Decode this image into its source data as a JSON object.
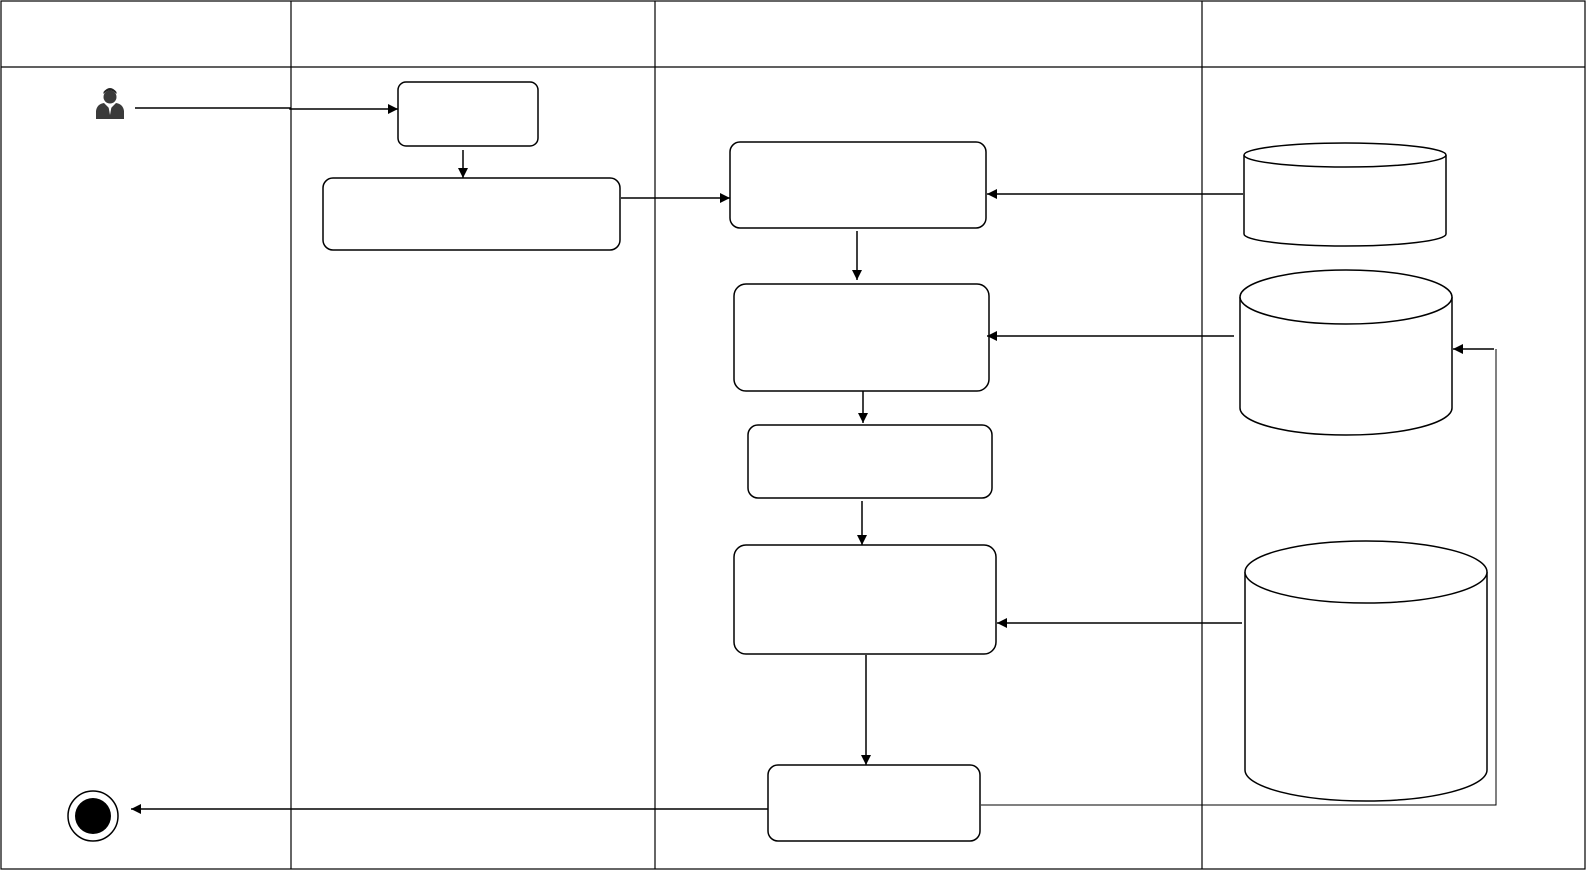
{
  "diagram": {
    "lanes": [
      {
        "id": "lane-1",
        "title": ""
      },
      {
        "id": "lane-2",
        "title": ""
      },
      {
        "id": "lane-3",
        "title": ""
      },
      {
        "id": "lane-4",
        "title": ""
      }
    ],
    "nodes": {
      "start_actor": {
        "icon": "user-icon",
        "label": ""
      },
      "box_1": {
        "label": ""
      },
      "box_2": {
        "label": ""
      },
      "box_3": {
        "label": ""
      },
      "box_4": {
        "label": ""
      },
      "box_5": {
        "label": ""
      },
      "box_6": {
        "label": ""
      },
      "box_7": {
        "label": ""
      },
      "db_1": {
        "label": ""
      },
      "db_2": {
        "label": ""
      },
      "db_3": {
        "label": ""
      },
      "end_node": {
        "icon": "end-state-icon",
        "label": ""
      }
    },
    "colors": {
      "stroke": "#000000",
      "fill": "#ffffff",
      "actor": "#3a3a3a"
    }
  }
}
